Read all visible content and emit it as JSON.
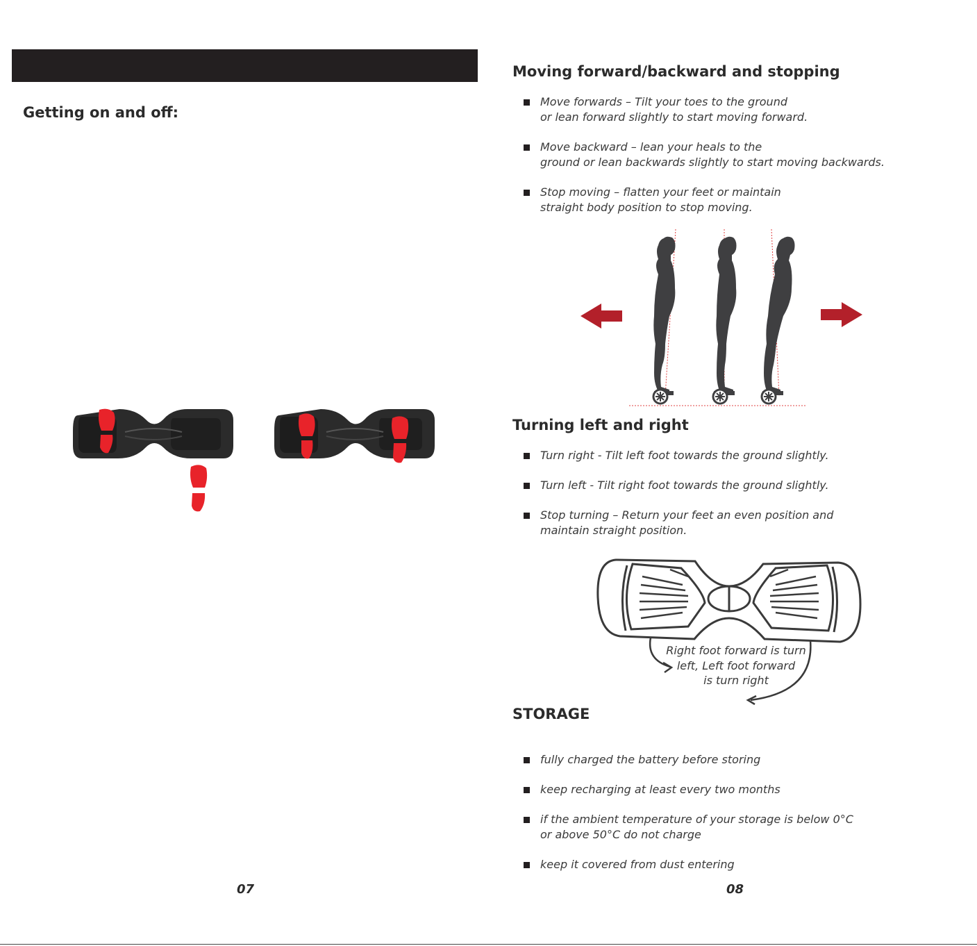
{
  "left_page": {
    "heading": "Getting on and off:",
    "page_number": "07"
  },
  "right_page": {
    "section_moving": {
      "heading": "Moving forward/backward and stopping",
      "items": [
        {
          "line1": "Move forwards – Tilt your toes to the ground",
          "line2": "or lean forward slightly to start moving forward."
        },
        {
          "line1": "Move backward – lean your heals to the",
          "line2": "ground or lean backwards slightly to start moving backwards."
        },
        {
          "line1": "Stop moving – flatten your feet or maintain",
          "line2": "straight body position to stop moving."
        }
      ]
    },
    "section_turning": {
      "heading": "Turning left and right",
      "items": [
        {
          "line1": "Turn right - Tilt left foot towards the ground slightly.",
          "line2": ""
        },
        {
          "line1": "Turn left - Tilt right foot towards the ground slightly.",
          "line2": ""
        },
        {
          "line1": "Stop turning – Return your feet an even position and",
          "line2": "maintain straight position."
        }
      ],
      "caption": {
        "line1": "Right foot forward is turn",
        "line2": "left, Left foot forward",
        "line3": "is turn right"
      }
    },
    "section_storage": {
      "heading": "STORAGE",
      "items": [
        {
          "line1": "fully charged the battery before storing",
          "line2": ""
        },
        {
          "line1": "keep recharging at least every two months",
          "line2": ""
        },
        {
          "line1": "if the ambient temperature of your storage is below 0°C",
          "line2": "or above 50°C do not charge"
        },
        {
          "line1": "keep it covered from dust entering",
          "line2": ""
        }
      ]
    },
    "page_number": "08"
  },
  "colors": {
    "header_bar": "#231f20",
    "accent_red": "#b3202a",
    "footprint_red": "#e8232a",
    "board_dark": "#2b2b2b"
  }
}
